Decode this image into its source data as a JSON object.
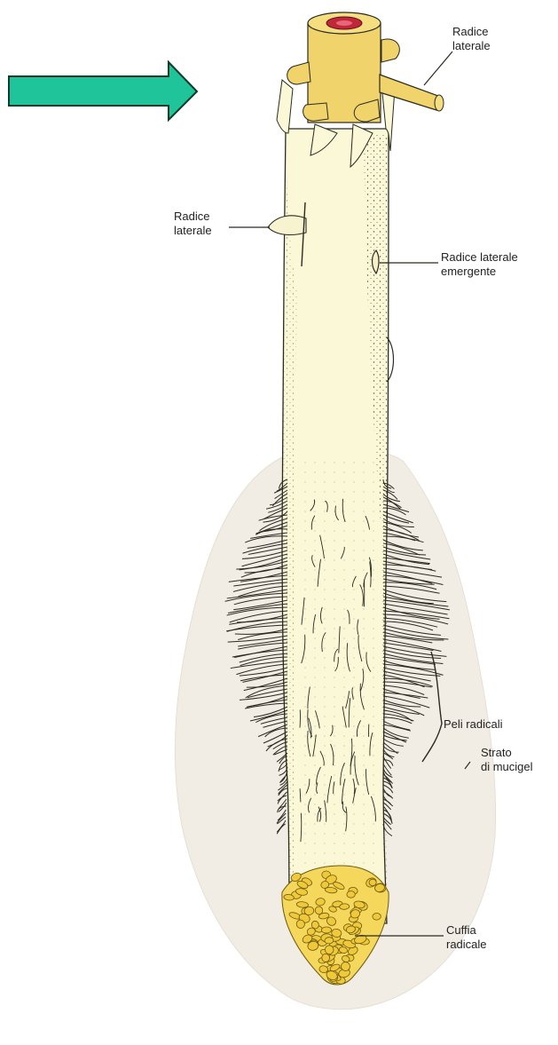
{
  "labels": {
    "radice_laterale_top": {
      "line1": "Radice",
      "line2": "laterale"
    },
    "radice_laterale_left": {
      "line1": "Radice",
      "line2": "laterale"
    },
    "radice_laterale_emergente": {
      "line1": "Radice laterale",
      "line2": "emergente"
    },
    "peli_radicali": {
      "line1": "Peli radicali"
    },
    "strato_di_mucigel": {
      "line1": "Strato",
      "line2": "di mucigel"
    },
    "cuffia_radicale": {
      "line1": "Cuffia",
      "line2": "radicale"
    }
  },
  "arrow": {
    "color": "#20c49a",
    "outline": "#0a3a2a",
    "icon": "right-arrow-icon"
  },
  "colors": {
    "mucigel": "#f2ede4",
    "root_body": "#fbf8d8",
    "stipple": "#3a3a2a",
    "stele": "#f0d36a",
    "root_cap": "#f5d75c",
    "stele_core": "#c0283a"
  }
}
